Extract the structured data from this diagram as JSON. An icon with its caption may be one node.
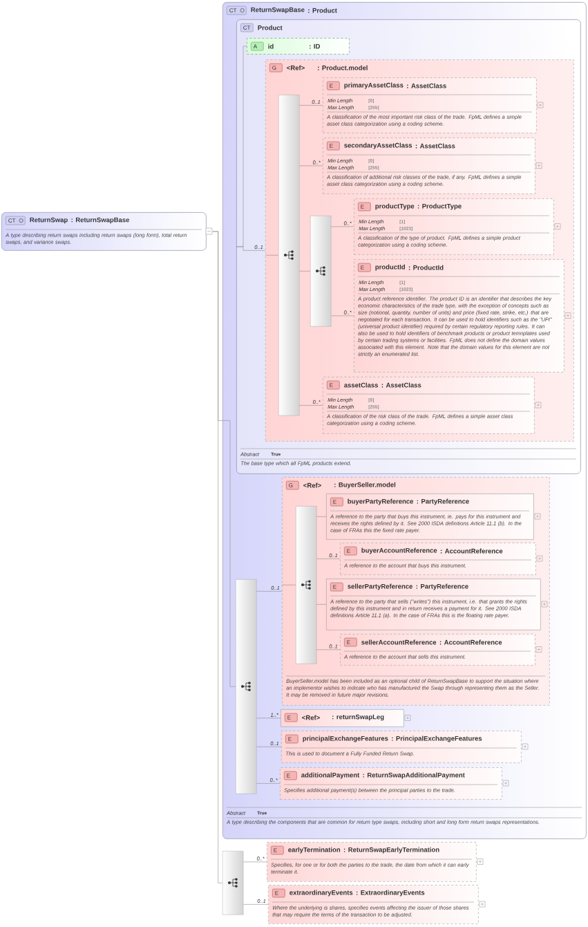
{
  "diagram": {
    "nodes": [
      {
        "text": [
          "CT",
          "ReturnSwap",
          ": ReturnSwapBase",
          "A type describing return swaps including return swaps (long form), total return swaps, and variance swaps."
        ]
      },
      {
        "text": [
          "CT",
          "ReturnSwapBase",
          ": Product",
          "Abstract",
          "True",
          "A type describing the components that are common for return type swaps, including short and long form return swaps representations."
        ]
      },
      {
        "text": [
          "CT",
          "Product",
          "Abstract",
          "True",
          "The base type which all FpML products extend."
        ],
        "in": 1
      },
      {
        "text": [
          "A",
          "id",
          ": ID"
        ],
        "in": 2
      },
      {
        "text": [
          "G",
          "<Ref>",
          ": Product.model"
        ],
        "in": 2
      },
      {
        "text": [],
        "shape": "bar",
        "in": 4
      },
      {
        "text": [
          "E",
          "primaryAssetClass",
          ": AssetClass",
          "Min Length",
          "[0]",
          "Max Length",
          "[255]",
          "A classification of the most important risk class of the trade. FpML defines a simple asset class categorization using a coding scheme."
        ],
        "in": 4
      },
      {
        "text": [
          "E",
          "secondaryAssetClass",
          ": AssetClass",
          "Min Length",
          "[0]",
          "Max Length",
          "[255]",
          "A classification of additional risk classes of the trade, if any. FpML defines a simple asset class categorization using a coding scheme."
        ],
        "in": 4
      },
      {
        "text": [],
        "shape": "bar",
        "in": 4
      },
      {
        "text": [
          "E",
          "productType",
          ": ProductType",
          "Min Length",
          "[1]",
          "Max Length",
          "[1023]",
          "A classification of the type of product. FpML defines a simple product categorization using a coding scheme."
        ],
        "in": 4
      },
      {
        "text": [
          "E",
          "productId",
          ": ProductId",
          "Min Length",
          "[1]",
          "Max Length",
          "[1023]",
          "A product reference identifier. The product ID is an identifier that describes the key economic characteristics of the trade type, with the exception of concepts such as size (notional, quantity, number of units) and price (fixed rate, strike, etc.) that are negotiated for each transaction. It can be used to hold identifiers such as the \"UPI\" (universal product identifier) required by certain regulatory reporting rules. It can also be used to hold identifiers of benchmark products or product temnplates used by certain trading systems or facilities. FpML does not define the domain values associated with this element. Note that the domain values for this element are not strictly an enumerated list."
        ],
        "in": 4
      },
      {
        "text": [
          "E",
          "assetClass",
          ": AssetClass",
          "Min Length",
          "[0]",
          "Max Length",
          "[255]",
          "A classification of the risk class of the trade. FpML defines a simple asset class categorization using a coding scheme."
        ],
        "in": 4
      },
      {
        "text": [
          "G",
          "<Ref>",
          ": BuyerSeller.model",
          "BuyerSeller.model has been included as an optional child of ReturnSwapBase to support the situation where an implementor wishes to indicate who has manufactured the Swap through representing them as the Seller. It may be removed in future major revisions."
        ],
        "in": 1
      },
      {
        "text": [],
        "shape": "bar",
        "in": 12
      },
      {
        "text": [
          "E",
          "buyerPartyReference",
          ": PartyReference",
          "A reference to the party that buys this instrument, ie. pays for this instrument and receives the rights defined by it. See 2000 ISDA definitions Article 11.1 (b). In the case of FRAs this the fixed rate payer."
        ],
        "in": 12
      },
      {
        "text": [
          "E",
          "buyerAccountReference",
          ": AccountReference",
          "A reference to the account that buys this instrument."
        ],
        "in": 12
      },
      {
        "text": [
          "E",
          "sellerPartyReference",
          ": PartyReference",
          "A reference to the party that sells (\"writes\") this instrument, i.e. that grants the rights defined by this instrument and in return receives a payment for it. See 2000 ISDA definitions Article 11.1 (a). In the case of FRAs this is the floating rate payer."
        ],
        "in": 12
      },
      {
        "text": [
          "E",
          "sellerAccountReference",
          ": AccountReference",
          "A reference to the account that sells this instrument."
        ],
        "in": 12
      },
      {
        "text": [],
        "shape": "bar",
        "in": 1
      },
      {
        "text": [
          "E",
          "<Ref>",
          ": returnSwapLeg"
        ],
        "in": 1
      },
      {
        "text": [
          "E",
          "principalExchangeFeatures",
          ": PrincipalExchangeFeatures",
          "This is used to document a Fully Funded Return Swap."
        ],
        "in": 1
      },
      {
        "text": [
          "E",
          "additionalPayment",
          ": ReturnSwapAdditionalPayment",
          "Specifies additional payment(s) between the principal parties to the trade."
        ],
        "in": 1
      },
      {
        "text": [],
        "shape": "bar"
      },
      {
        "text": [
          "E",
          "earlyTermination",
          ": ReturnSwapEarlyTermination",
          "Specifies, for one or for both the parties to the trade, the date from which it can early terminate it."
        ]
      },
      {
        "text": [
          "E",
          "extraordinaryEvents",
          ": ExtraordinaryEvents",
          "Where the underlying is shares, specifies events affecting the issuer of those shares that may require the terms of the transaction to be adjusted."
        ]
      }
    ],
    "edges": [
      {
        "from": 0,
        "to": 1,
        "arrow": "none"
      },
      {
        "from": 0,
        "to": 22,
        "arrow": "none"
      },
      {
        "from": 2,
        "to": 3,
        "arrow": "none"
      },
      {
        "from": 2,
        "to": 4,
        "arrow": "none",
        "label": "0..1"
      },
      {
        "from": 4,
        "to": 5,
        "arrow": "none"
      },
      {
        "from": 5,
        "to": 6,
        "arrow": "none",
        "label": "0..1"
      },
      {
        "from": 5,
        "to": 7,
        "arrow": "none",
        "label": "0..*"
      },
      {
        "from": 5,
        "to": 8,
        "arrow": "none"
      },
      {
        "from": 8,
        "to": 9,
        "arrow": "none",
        "label": "0..*"
      },
      {
        "from": 8,
        "to": 10,
        "arrow": "none",
        "label": "0..*"
      },
      {
        "from": 5,
        "to": 11,
        "arrow": "none",
        "label": "0..*"
      },
      {
        "from": 1,
        "to": 18,
        "arrow": "none"
      },
      {
        "from": 18,
        "to": 12,
        "arrow": "none",
        "label": "0..1"
      },
      {
        "from": 12,
        "to": 13,
        "arrow": "none"
      },
      {
        "from": 13,
        "to": 14,
        "arrow": "none"
      },
      {
        "from": 13,
        "to": 15,
        "arrow": "none",
        "label": "0..1"
      },
      {
        "from": 13,
        "to": 16,
        "arrow": "none"
      },
      {
        "from": 13,
        "to": 17,
        "arrow": "none",
        "label": "0..1"
      },
      {
        "from": 18,
        "to": 19,
        "arrow": "none",
        "label": "1..*"
      },
      {
        "from": 18,
        "to": 20,
        "arrow": "none",
        "label": "0..1"
      },
      {
        "from": 18,
        "to": 21,
        "arrow": "none",
        "label": "0..*"
      },
      {
        "from": 22,
        "to": 23,
        "arrow": "none",
        "label": "0..*"
      },
      {
        "from": 22,
        "to": 24,
        "arrow": "none",
        "label": "0..1"
      }
    ]
  }
}
